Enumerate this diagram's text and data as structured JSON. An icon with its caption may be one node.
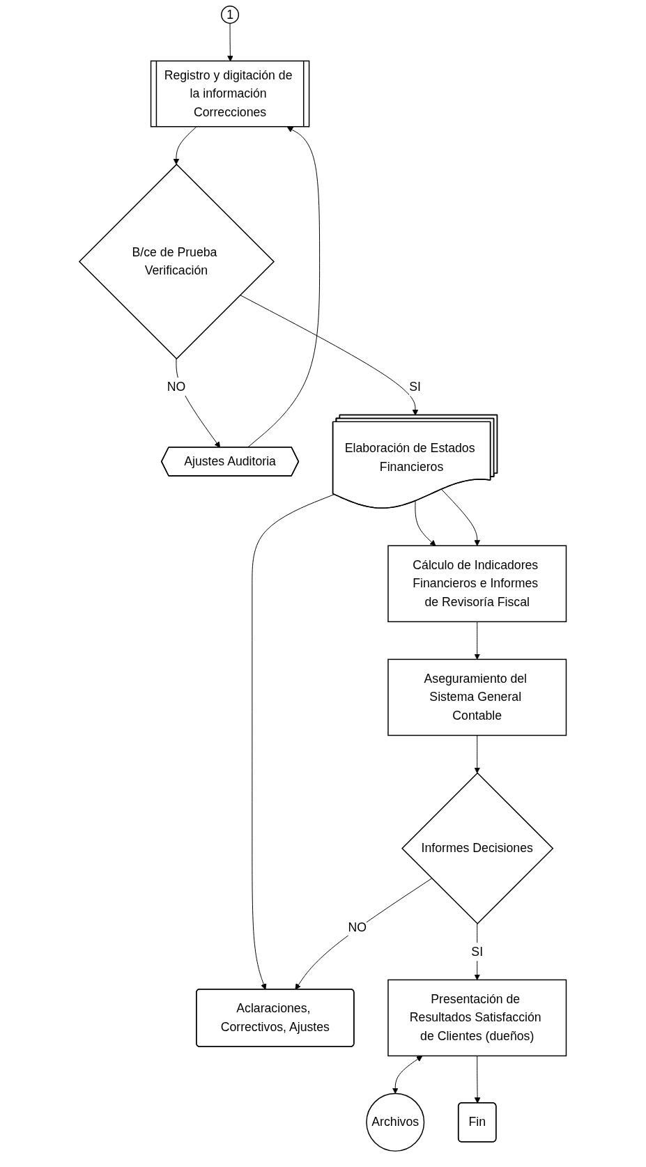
{
  "diagram": {
    "nodes": [
      {
        "text": [
          "1"
        ]
      },
      {
        "text": [
          "Registro y digitación de la información Correcciones"
        ]
      },
      {
        "text": [
          "Ajustes Auditoria"
        ]
      },
      {
        "text": [
          "B/ce de Prueba Verificación"
        ]
      },
      {
        "text": [
          "Elaboración de Estados Financieros"
        ]
      },
      {
        "text": [
          "Cálculo de Indicadores Financieros e Informes de Revisoría Fiscal"
        ]
      },
      {
        "text": [
          "Aseguramiento del Sistema General Contable"
        ]
      },
      {
        "text": [
          "Informes Decisiones"
        ]
      },
      {
        "text": [
          "Aclaraciones, Correctivos, Ajustes"
        ]
      },
      {
        "text": [
          "Presentación de Resultados Satisfacción de Clientes (dueños)"
        ]
      },
      {
        "text": [
          "Archivos"
        ]
      },
      {
        "text": [
          "Fin"
        ]
      }
    ],
    "edges": [
      {
        "from": 0,
        "to": 1,
        "arrow": "to"
      },
      {
        "from": 2,
        "to": 1,
        "arrow": "to"
      },
      {
        "from": 1,
        "to": 3,
        "arrow": "to"
      },
      {
        "from": 3,
        "to": 2,
        "arrow": "to",
        "label": "NO"
      },
      {
        "from": 3,
        "to": 4,
        "arrow": "to",
        "label": "SI"
      },
      {
        "from": 4,
        "to": 5,
        "arrow": "to"
      },
      {
        "from": 4,
        "to": 8,
        "arrow": "to"
      },
      {
        "from": 4,
        "to": 5,
        "arrow": "to"
      },
      {
        "from": 5,
        "to": 6,
        "arrow": "to"
      },
      {
        "from": 6,
        "to": 7,
        "arrow": "to"
      },
      {
        "from": 7,
        "to": 8,
        "arrow": "to",
        "label": "NO"
      },
      {
        "from": 7,
        "to": 9,
        "arrow": "to",
        "label": "SI"
      },
      {
        "from": 9,
        "to": 10,
        "arrow": "both"
      },
      {
        "from": 9,
        "to": 11,
        "arrow": "to"
      }
    ]
  }
}
